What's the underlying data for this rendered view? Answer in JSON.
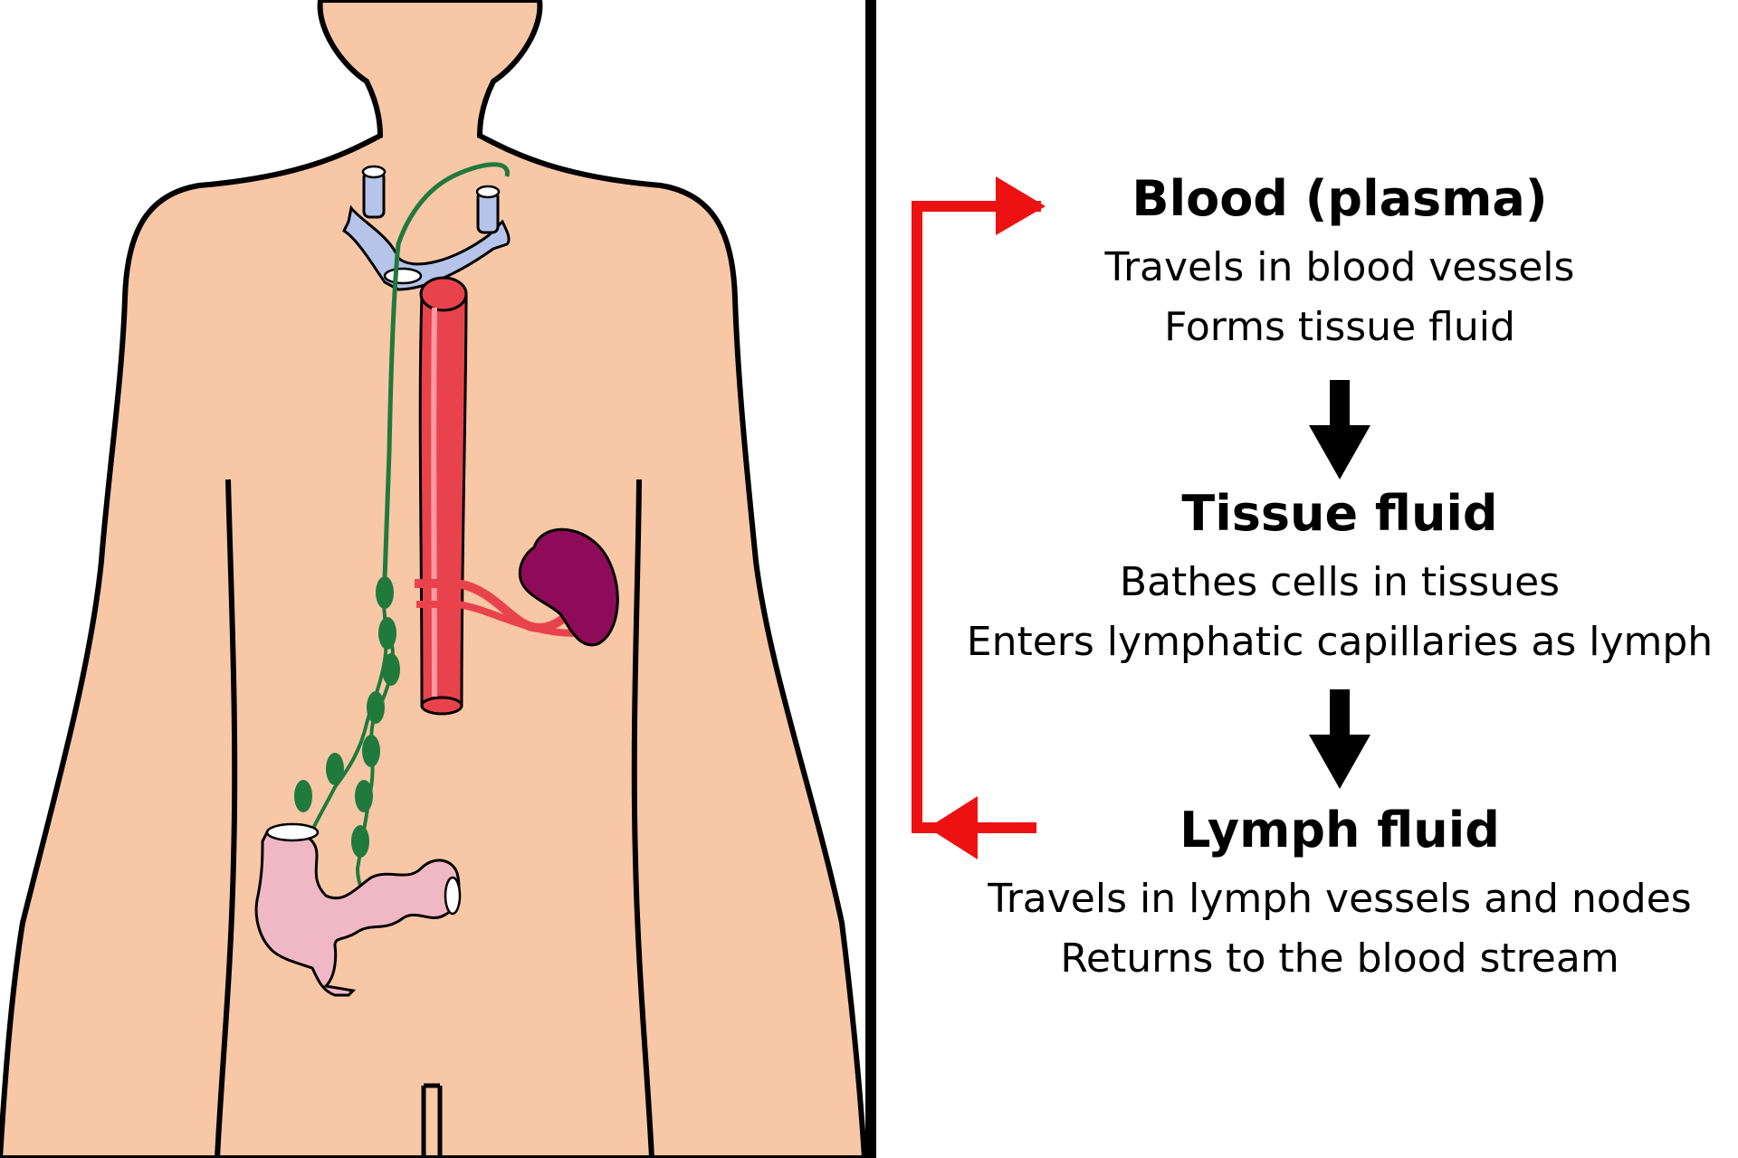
{
  "colors": {
    "skin": "#f8c7a6",
    "outline": "#000000",
    "vein": "#b5c4e8",
    "artery": "#e8434c",
    "lymph": "#1f7a3c",
    "kidney": "#8e0b5a",
    "intestine": "#f0b8c4",
    "cycle_arrow": "#ee1111",
    "flow_arrow": "#000000"
  },
  "stages": [
    {
      "title": "Blood (plasma)",
      "lines": [
        "Travels in blood vessels",
        "Forms tissue fluid"
      ]
    },
    {
      "title": "Tissue fluid",
      "lines": [
        "Bathes cells in tissues",
        "Enters lymphatic capillaries as lymph"
      ]
    },
    {
      "title": "Lymph fluid",
      "lines": [
        "Travels in lymph vessels and nodes",
        "Returns to the blood stream"
      ]
    }
  ],
  "icons": {
    "flow_arrow": "down-arrow-icon",
    "cycle_arrow": "return-arrow-icon"
  }
}
